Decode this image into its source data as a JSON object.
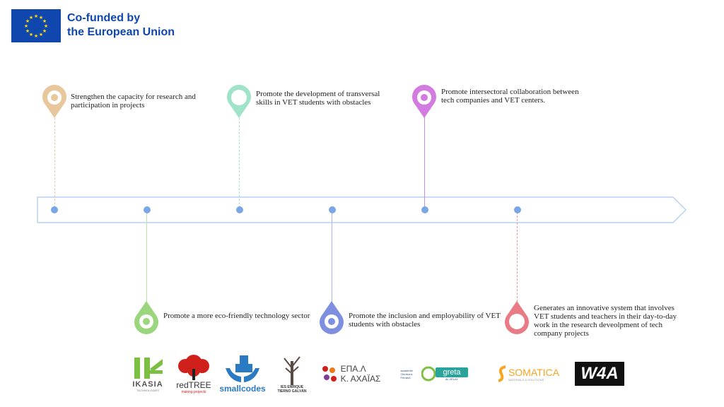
{
  "header": {
    "eu_line1": "Co-funded by",
    "eu_line2": "the European Union",
    "flag_color": "#0f47af",
    "star_color": "#ffdd00"
  },
  "milestones_top": [
    {
      "text": "Strengthen the capacity for research and participation in projects",
      "color": "#e8c79c"
    },
    {
      "text": "Promote the development of transversal skills in VET students with obstacles",
      "color": "#9fe3c8"
    },
    {
      "text": "Promote intersectoral collaboration between tech companies and VET centers.",
      "color": "#d27be0"
    }
  ],
  "milestones_bottom": [
    {
      "text": "Promote a more eco-friendly technology sector",
      "color": "#9bd67e"
    },
    {
      "text": "Promote the inclusion and employability of VET students with obstacles",
      "color": "#7f8fe0"
    },
    {
      "text": "Generates an innovative system that involves VET students and teachers in their day-to-day work in the research deveolpment of tech company projects",
      "color": "#e87b86"
    }
  ],
  "logos": {
    "ikasia": {
      "main": "IKASIA",
      "sub": "TECHNOLOGIES"
    },
    "redtree": {
      "main": "redTREE",
      "sub": "making projects"
    },
    "smallcodes": {
      "main": "smallcodes"
    },
    "ies": {
      "line1": "IES ENRIQUE",
      "line2": "TIERNO GALVÁN"
    },
    "epal": {
      "line1": "ΕΠΑ.Λ",
      "line2": "Κ. ΑΧΑΪΑΣ"
    },
    "greta": {
      "left": "académie Clermont-Ferrand",
      "main": "greta",
      "sub": "du VELAY"
    },
    "somatica": {
      "main": "SOMATICA",
      "sub": "MATERIALS & SOLUTIONS"
    },
    "w4a": {
      "main": "W4A"
    }
  },
  "timeline_color": "#7aa6e6"
}
